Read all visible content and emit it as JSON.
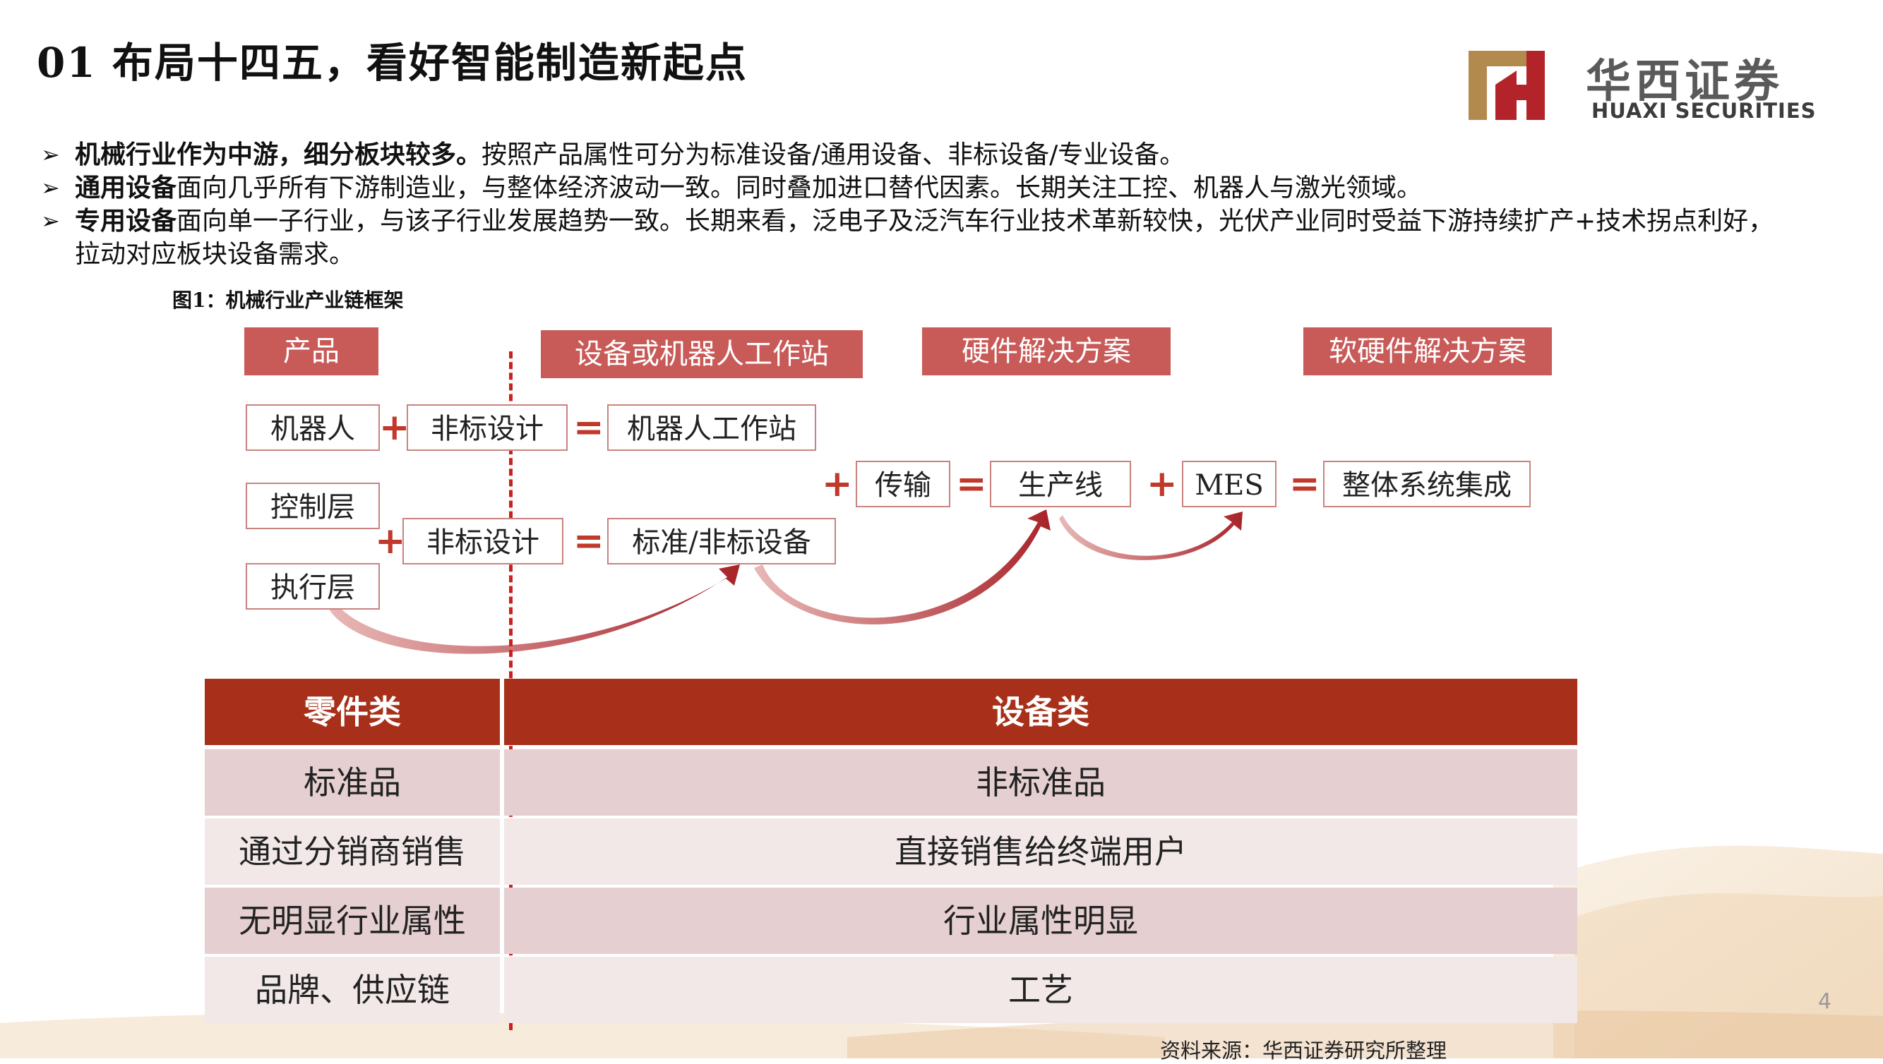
{
  "title": "01  布局十四五，看好智能制造新起点",
  "logo": {
    "cn": "华西证券",
    "en": "HUAXI SECURITIES",
    "colors": {
      "gold": "#b38a4e",
      "red": "#b3242a"
    }
  },
  "bullets": [
    {
      "bold": "机械行业作为中游，细分板块较多。",
      "text": "按照产品属性可分为标准设备/通用设备、非标设备/专业设备。"
    },
    {
      "bold": "通用设备",
      "text": "面向几乎所有下游制造业，与整体经济波动一致。同时叠加进口替代因素。长期关注工控、机器人与激光领域。"
    },
    {
      "bold": "专用设备",
      "text": "面向单一子行业，与该子行业发展趋势一致。长期来看，泛电子及泛汽车行业技术革新较快，光伏产业同时受益下游持续扩产+技术拐点利好，拉动对应板块设备需求。"
    }
  ],
  "bullet_icon": "arrow-right-icon",
  "figure_caption": "图1：机械行业产业链框架",
  "diagram": {
    "headers": [
      "产品",
      "设备或机器人工作站",
      "硬件解决方案",
      "软硬件解决方案"
    ],
    "robot": "机器人",
    "nonstd_design_1": "非标设计",
    "robot_station": "机器人工作站",
    "control_layer": "控制层",
    "exec_layer": "执行层",
    "nonstd_design_2": "非标设计",
    "std_nonstd_equipment": "标准/非标设备",
    "transport": "传输",
    "production_line": "生产线",
    "mes": "MES",
    "system_integration": "整体系统集成",
    "plus": "+",
    "equals": "="
  },
  "table": {
    "headers": [
      "零件类",
      "设备类"
    ],
    "rows": [
      [
        "标准品",
        "非标准品"
      ],
      [
        "通过分销商销售",
        "直接销售给终端用户"
      ],
      [
        "无明显行业属性",
        "行业属性明显"
      ],
      [
        "品牌、供应链",
        "工艺"
      ]
    ]
  },
  "page_number": "4",
  "source": "资料来源：华西证券研究所整理",
  "colors": {
    "tag": "#c85a58",
    "table_header": "#a8301a",
    "accent_red": "#c0392b"
  }
}
